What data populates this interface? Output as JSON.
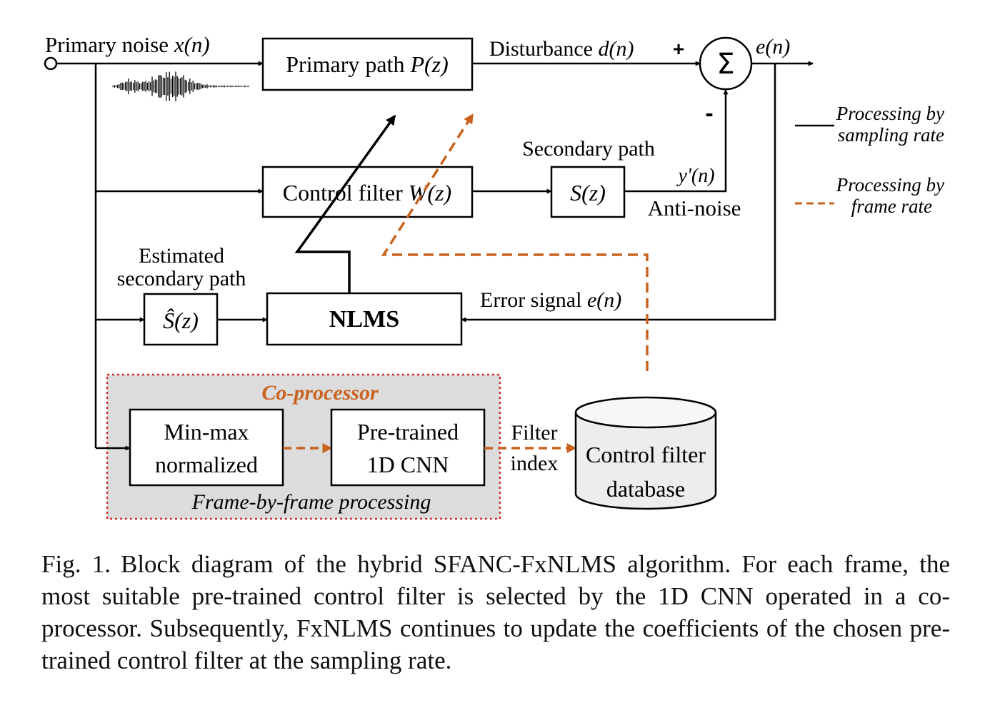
{
  "colors": {
    "solid": "#000000",
    "frame_rate": "#c8621e",
    "coprocessor_bg": "#dcdcdc",
    "coprocessor_border": "#d12b2b",
    "database_fill": "#ededed"
  },
  "labels": {
    "primary_noise_text": "Primary noise ",
    "primary_noise_var": "x(n)",
    "primary_path_text": "Primary path ",
    "primary_path_var": "P(z)",
    "disturbance_text": "Disturbance ",
    "disturbance_var": "d(n)",
    "plus": "+",
    "minus": "-",
    "sum_symbol": "Σ",
    "error_out": "e(n)",
    "control_filter_text": "Control filter ",
    "control_filter_var": "W(z)",
    "secondary_path": "Secondary path",
    "secondary_path_var": "S(z)",
    "anti_noise_var": "y'(n)",
    "anti_noise": "Anti-noise",
    "estimated_line1": "Estimated",
    "estimated_line2": "secondary path",
    "estimated_var": "Ŝ(z)",
    "nlms": "NLMS",
    "error_signal_text": "Error signal ",
    "error_signal_var": "e(n)",
    "coprocessor_title": "Co-processor",
    "minmax_line1": "Min-max",
    "minmax_line2": "normalized",
    "cnn_line1": "Pre-trained",
    "cnn_line2": "1D CNN",
    "frame_processing": "Frame-by-frame processing",
    "filter_index_line1": "Filter",
    "filter_index_line2": "index",
    "database_line1": "Control filter",
    "database_line2": "database"
  },
  "legend": {
    "sampling_line1": "Processing by",
    "sampling_line2": "sampling rate",
    "frame_line1": "Processing by",
    "frame_line2": "frame rate"
  },
  "caption": {
    "label": "Fig. 1.",
    "text": "Block diagram of the hybrid SFANC-FxNLMS algorithm. For each frame, the most suitable pre-trained control filter is selected by the 1D CNN operated in a co-processor. Subsequently, FxNLMS continues to update the coefficients of the chosen pre-trained control filter at the sampling rate."
  }
}
